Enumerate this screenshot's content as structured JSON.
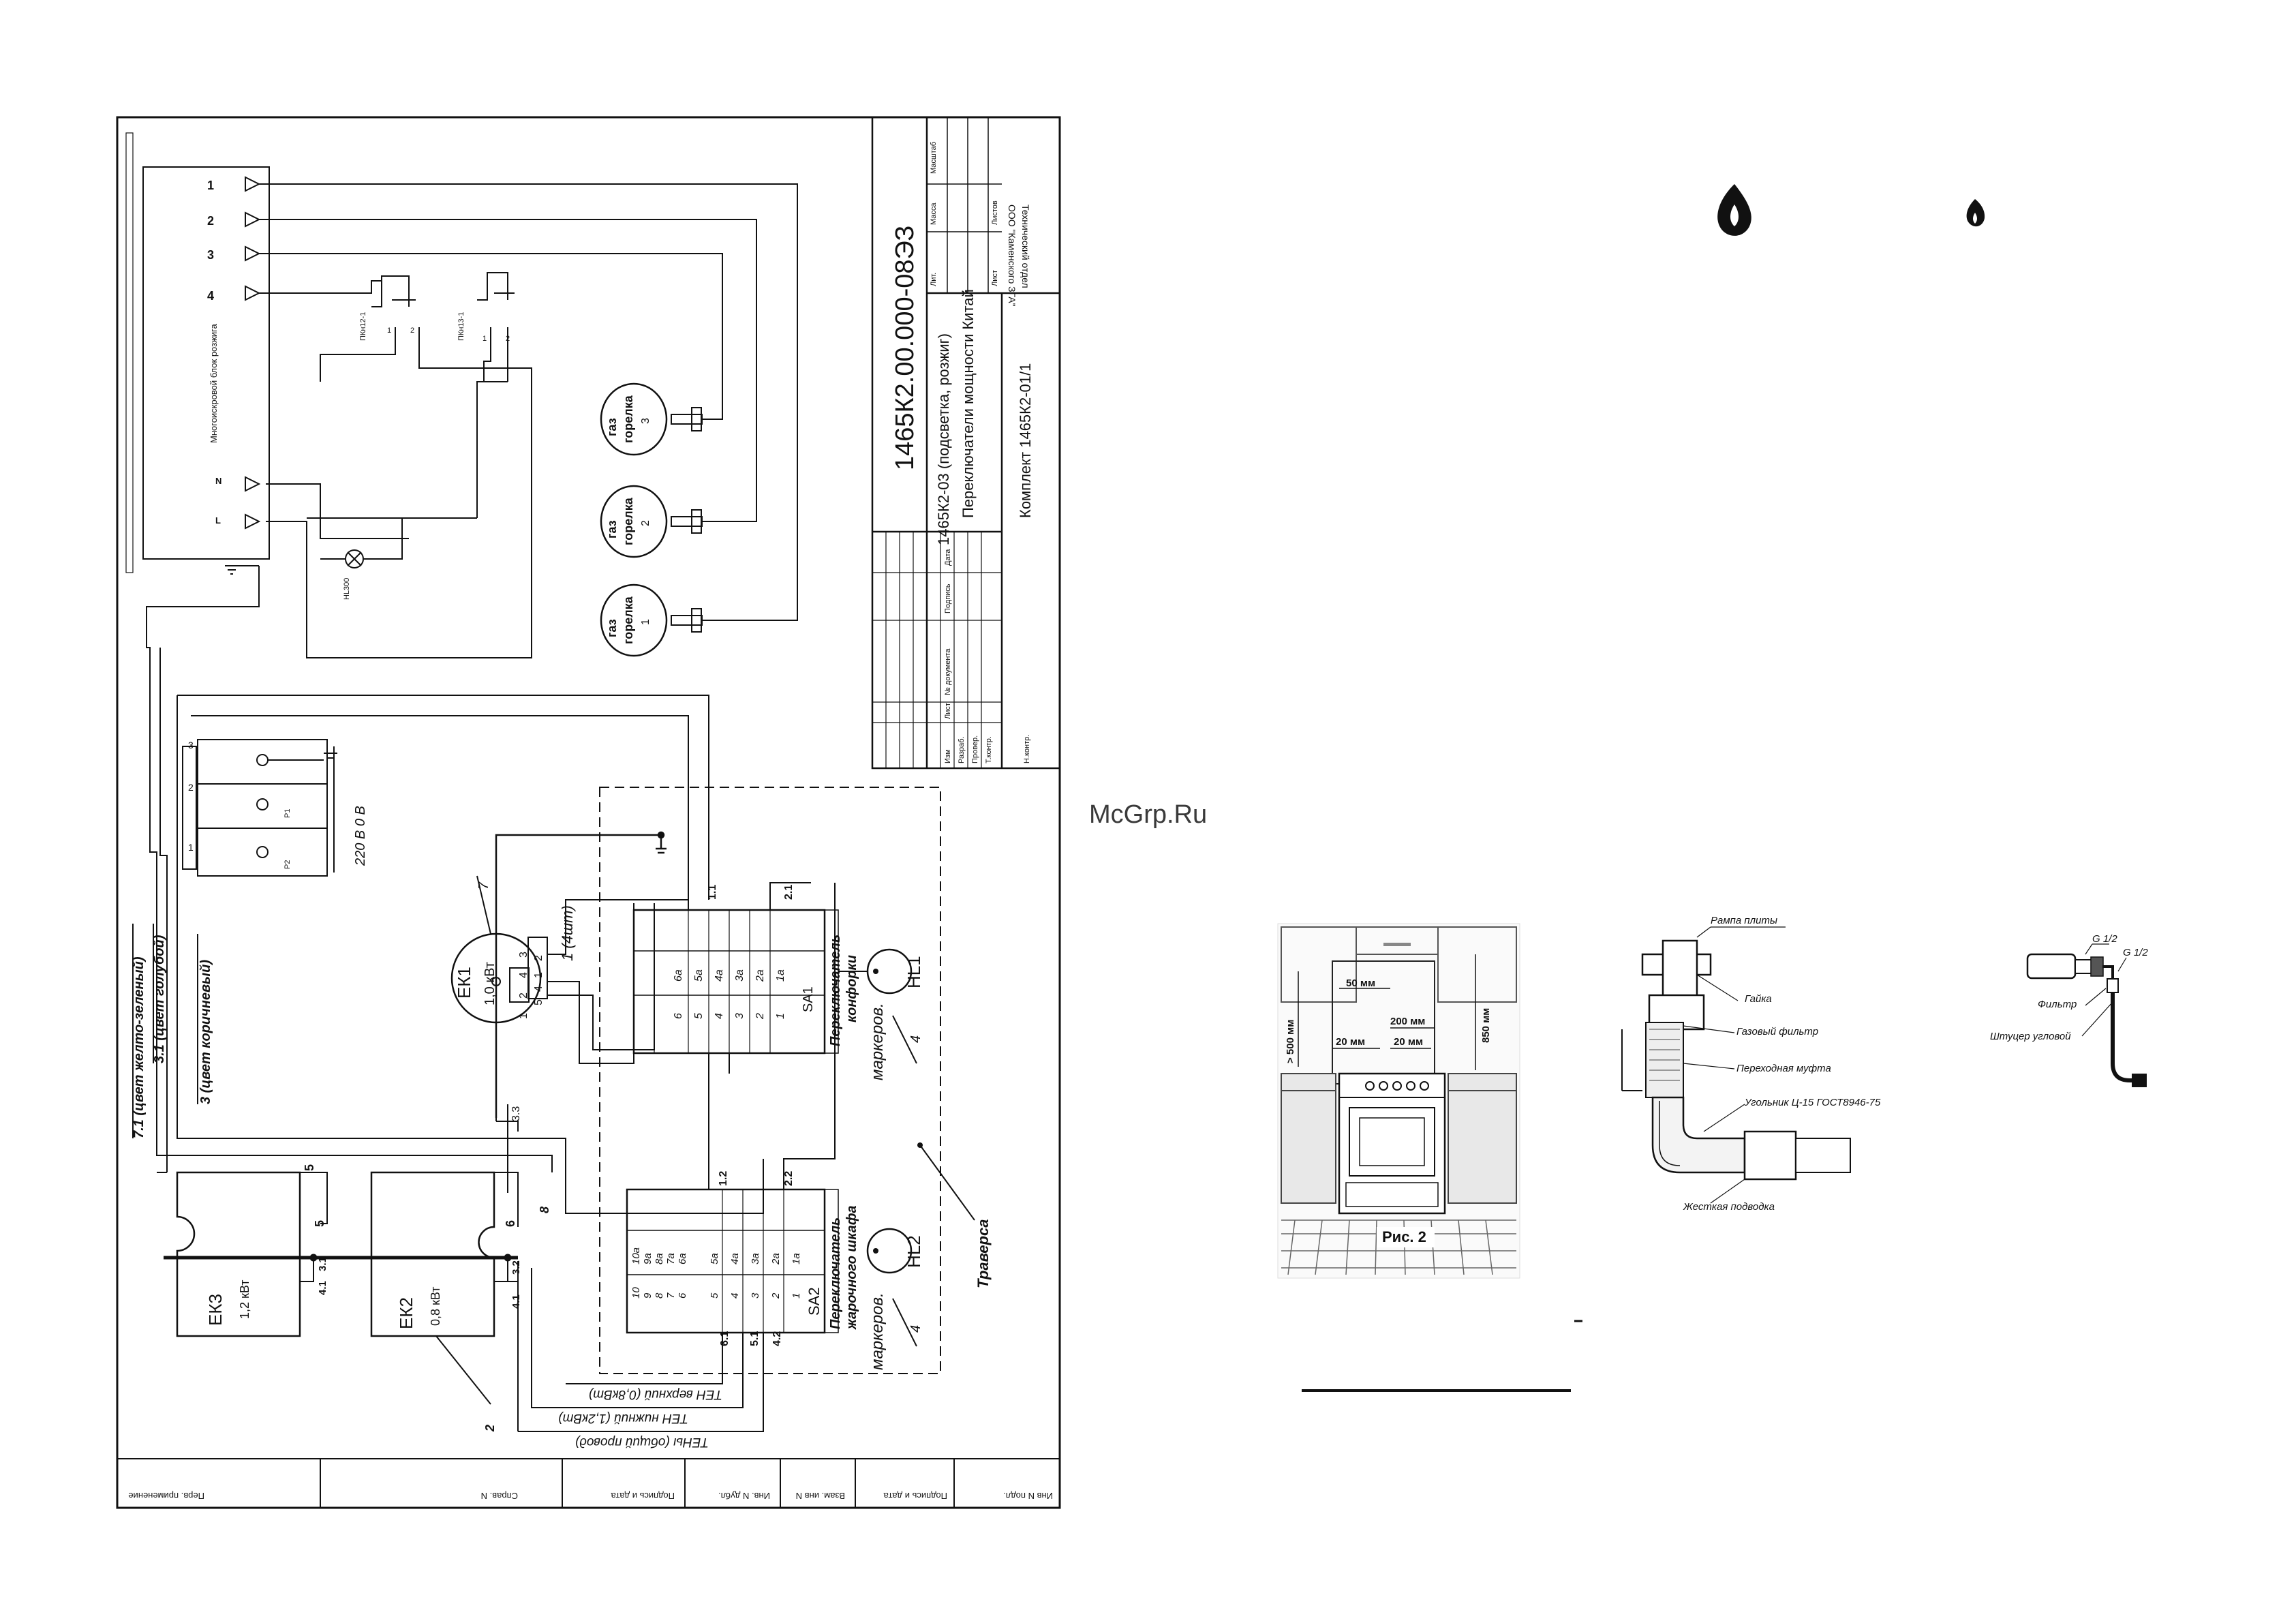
{
  "watermark": "McGrp.Ru",
  "drawing": {
    "number": "1465К2.00.000-08ЭЗ",
    "title_line1": "1465К2-03 (подсветка, розжиг)",
    "title_line2": "Переключатели мощности Китай",
    "kit": "Комплект 1465К2-01/1",
    "company_line1": "Технический отдел",
    "company_line2": "ООО \"Каменского ЗГА\"",
    "cols": {
      "lit": "Лит.",
      "mass": "Масса",
      "scale": "Масштаб",
      "sheet": "Лист",
      "sheets": "Листов"
    },
    "stamp_rows": [
      "Изм",
      "Лист",
      "№ документа",
      "Подпись",
      "Дата"
    ],
    "stamp_roles": [
      "Разраб.",
      "Провер.",
      "Т.контр.",
      "Н.контр."
    ],
    "bottom_cells": [
      "Перв. применение",
      "Справ. N",
      "Подпись и дата",
      "Инв. N дубл.",
      "Взам. инв N",
      "Подпись и дата",
      "Инв N подл."
    ]
  },
  "ignition": {
    "block_label": "Многоискровой блок розжига",
    "terminals": [
      "1",
      "2",
      "3",
      "4",
      "N",
      "L"
    ],
    "switch_1": "ПКн12-1",
    "switch_2": "ПКн13-1",
    "switch_pins": [
      "1",
      "2"
    ],
    "lamp": "HL300"
  },
  "burners": [
    {
      "line1": "газ",
      "line2": "горелка",
      "num": "3"
    },
    {
      "line1": "газ",
      "line2": "горелка",
      "num": "2"
    },
    {
      "line1": "газ",
      "line2": "горелка",
      "num": "1"
    }
  ],
  "terminal_block": {
    "pins": [
      "3",
      "2",
      "1"
    ],
    "labels": [
      "P1",
      "P2"
    ],
    "voltage": "220 В 0 В"
  },
  "wires": {
    "w71": "7.1 (цвет желто-зеленый)",
    "w31": "3.1 (цвет голубой)",
    "w3": "3 (цвет коричневый)",
    "n7": "7",
    "n4shtuk": "1 (4шт)",
    "n5": "5",
    "n6": "6",
    "n8": "8",
    "n2": "2",
    "n4a": "4",
    "n4b": "4",
    "n31": "3.1",
    "n41": "4.1",
    "n32": "3.2",
    "n33": "3.3",
    "n11": "1.1",
    "n21": "2.1",
    "n12": "1.2",
    "n22": "2.2",
    "n61": "6.1",
    "n51": "5.1",
    "n42": "4.2"
  },
  "ek1": {
    "name": "ЕК1",
    "power": "1,0 кВт",
    "pins": [
      "1",
      "2",
      "4",
      "3"
    ],
    "pins2": [
      "5",
      "4",
      "1",
      "2"
    ]
  },
  "ek2": {
    "name": "ЕК2",
    "power": "0,8 кВт"
  },
  "ek3": {
    "name": "ЕК3",
    "power": "1,2 кВт"
  },
  "sa1": {
    "name": "SA1",
    "title_line1": "Переключатель",
    "title_line2": "конфорки",
    "top_row": [
      "6а",
      "5а",
      "4а",
      "3а",
      "2а",
      "1а"
    ],
    "bottom_row": [
      "6",
      "5",
      "4",
      "3",
      "2",
      "1"
    ],
    "markers": "маркеров."
  },
  "sa2": {
    "name": "SA2",
    "title_line1": "Переключатель",
    "title_line2": "жарочного шкафа",
    "top_row": [
      "10а",
      "9а",
      "8а",
      "7а",
      "6а",
      "5а",
      "4а",
      "3а",
      "2а",
      "1а"
    ],
    "bottom_row": [
      "10",
      "9",
      "8",
      "7",
      "6",
      "5",
      "4",
      "3",
      "2",
      "1"
    ],
    "markers": "маркеров."
  },
  "hl1": "HL1",
  "hl2": "HL2",
  "traverse": "Траверса",
  "ten_upper": "ТЕН верхний (0,8кВт)",
  "ten_lower": "ТЕН нижний (1,2кВт)",
  "ten_common": "ТЕНы (общий провод)",
  "installation": {
    "caption": "Рис. 2",
    "dims": [
      "50 мм",
      "> 500 мм",
      "200 мм",
      "20 мм",
      "20 мм",
      "850 мм"
    ]
  },
  "gas_connection": {
    "labels": [
      "Рампа плиты",
      "Гайка",
      "Газовый фильтр",
      "Переходная муфта",
      "Угольник Ц-15 ГОСТ8946-75",
      "Жесткая подводка"
    ]
  },
  "hose": {
    "labels": [
      "G 1/2",
      "G 1/2",
      "Фильтр",
      "Штуцер угловой"
    ]
  }
}
